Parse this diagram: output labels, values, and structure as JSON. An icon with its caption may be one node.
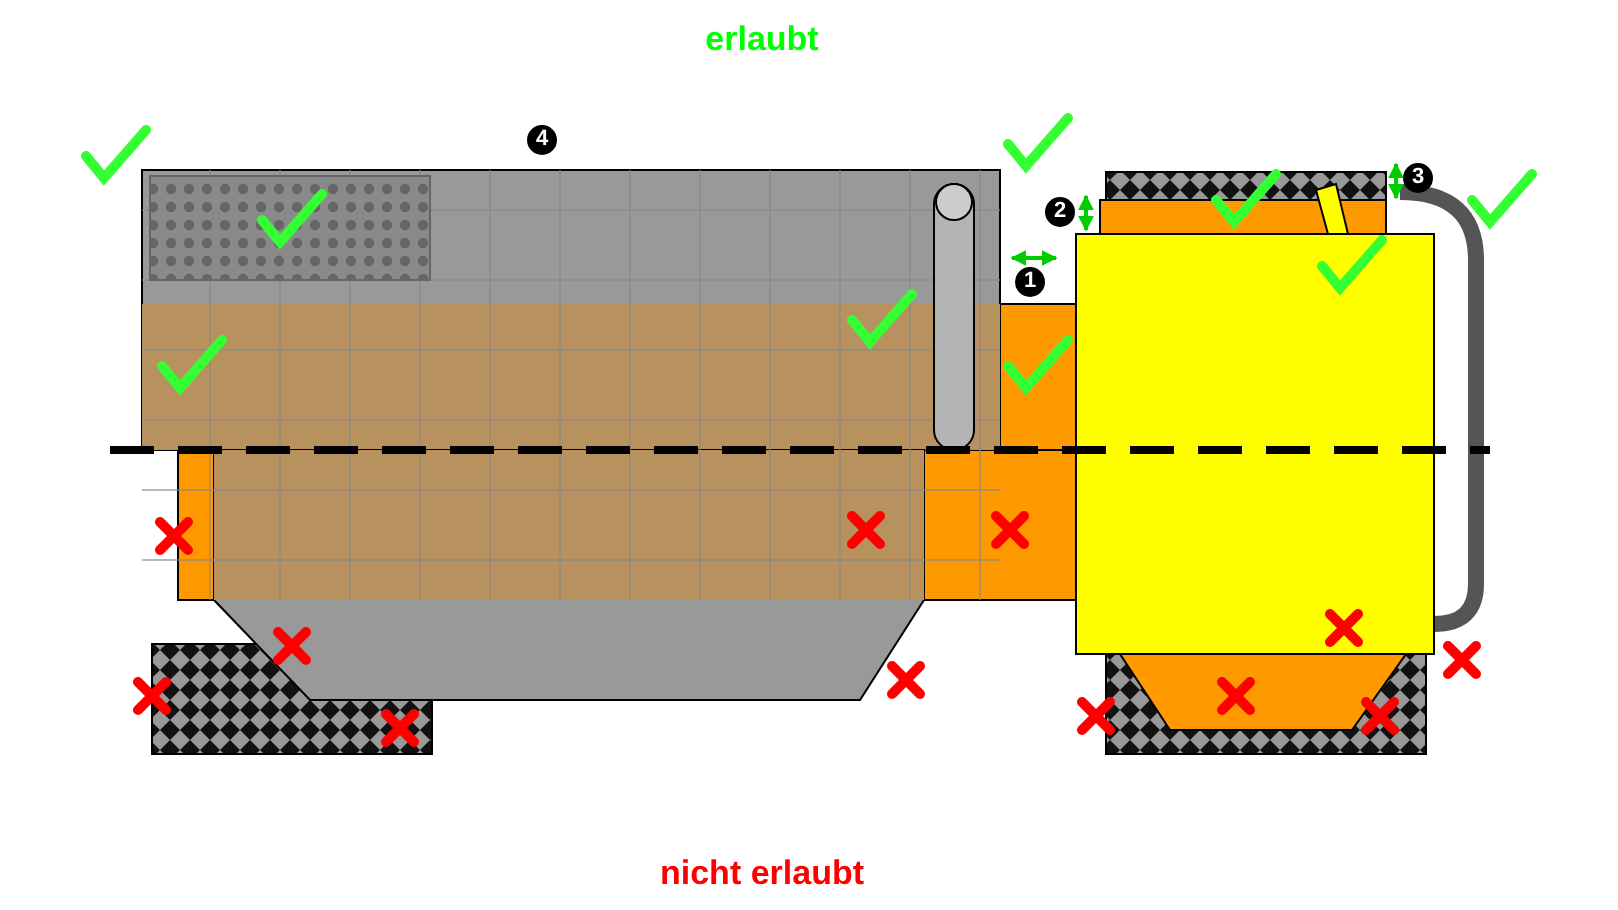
{
  "diagram": {
    "labels": [
      "erlaubt",
      "4",
      "3",
      "2",
      "1",
      "nicht erlaubt"
    ]
  }
}
